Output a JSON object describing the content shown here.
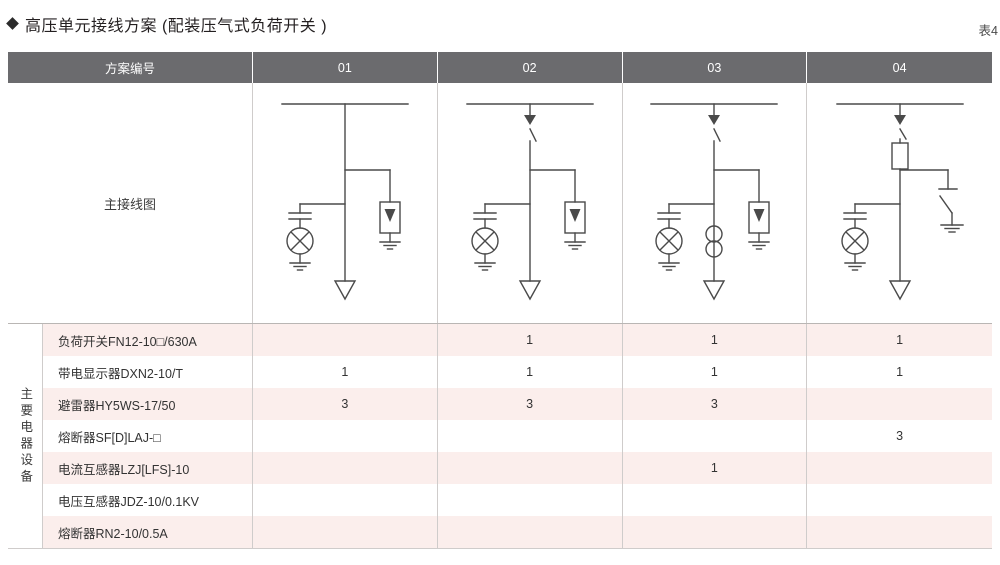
{
  "header": {
    "title": "高压单元接线方案 (配装压气式负荷开关 )",
    "table_number": "表4"
  },
  "table": {
    "scheme_header": "方案编号",
    "columns": [
      "01",
      "02",
      "03",
      "04"
    ],
    "diagram_row_label": "主接线图",
    "group_label": "主要电器设备",
    "equipment": [
      {
        "name": "负荷开关FN12-10□/630A",
        "values": [
          "",
          "1",
          "1",
          "1"
        ]
      },
      {
        "name": "带电显示器DXN2-10/T",
        "values": [
          "1",
          "1",
          "1",
          "1"
        ]
      },
      {
        "name": "避雷器HY5WS-17/50",
        "values": [
          "3",
          "3",
          "3",
          ""
        ]
      },
      {
        "name": "熔断器SF[D]LAJ-□",
        "values": [
          "",
          "",
          "",
          "3"
        ]
      },
      {
        "name": "电流互感器LZJ[LFS]-10",
        "values": [
          "",
          "",
          "1",
          ""
        ]
      },
      {
        "name": "电压互感器JDZ-10/0.1KV",
        "values": [
          "",
          "",
          "",
          ""
        ]
      },
      {
        "name": "熔断器RN2-10/0.5A",
        "values": [
          "",
          "",
          "",
          ""
        ]
      }
    ]
  },
  "diagrams": {
    "col01": {
      "elements": [
        "busbar",
        "voltage-indicator",
        "surge-arrester",
        "cable-termination"
      ]
    },
    "col02": {
      "elements": [
        "busbar",
        "load-switch",
        "voltage-indicator",
        "surge-arrester",
        "cable-termination"
      ]
    },
    "col03": {
      "elements": [
        "busbar",
        "load-switch",
        "current-transformer",
        "voltage-indicator",
        "surge-arrester",
        "cable-termination"
      ]
    },
    "col04": {
      "elements": [
        "busbar",
        "load-switch",
        "fuse",
        "voltage-indicator",
        "earthing-switch",
        "cable-termination"
      ]
    }
  },
  "colors": {
    "header_gray": "#6b6b6e",
    "row_pink": "#fbeeec",
    "grid_line": "#cfcccb",
    "line_color": "#4a4a4a",
    "title_color": "#231f20"
  }
}
